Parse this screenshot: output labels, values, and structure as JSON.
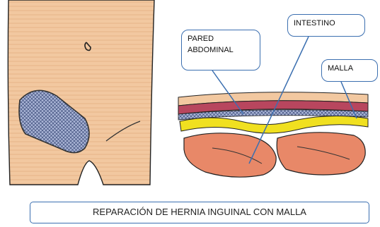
{
  "labels": {
    "pared": "PARED\nABDOMINAL",
    "intestino": "INTESTINO",
    "malla": "MALLA"
  },
  "caption": "REPARACIÓN DE HERNIA INGUINAL CON MALLA",
  "colors": {
    "skin": "#f2c8a0",
    "skin_dark": "#d99060",
    "muscle": "#b8465e",
    "mesh": "#a9b4d4",
    "fat": "#f0e020",
    "intestine": "#e88868",
    "callout_border": "#3b6fb0"
  }
}
